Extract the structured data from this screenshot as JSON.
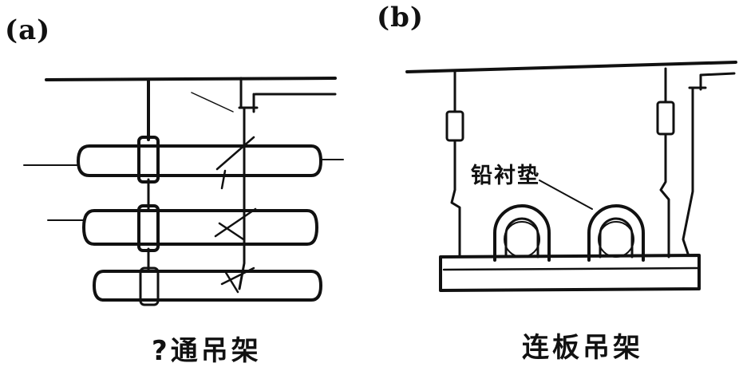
{
  "panels": [
    {
      "label": "(a)",
      "caption": "?通吊架"
    },
    {
      "label": "(b)",
      "caption": "连板吊架",
      "callout": "铅衬垫"
    }
  ]
}
